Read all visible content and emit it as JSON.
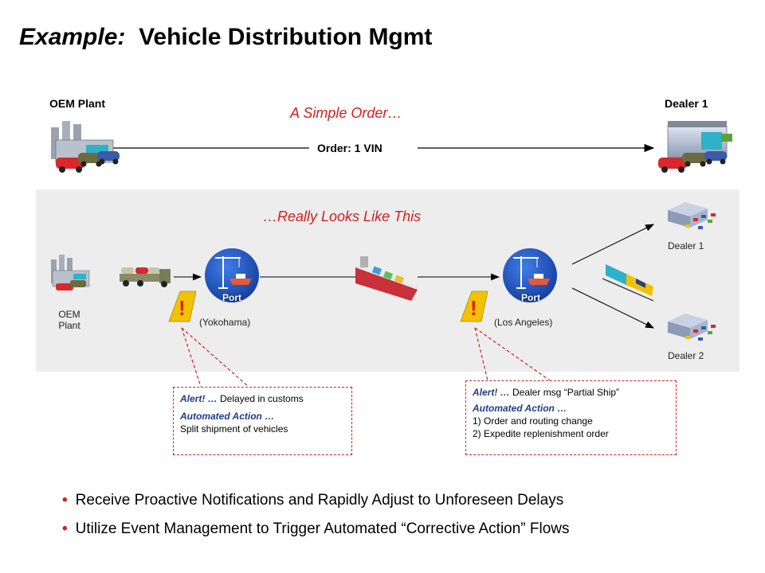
{
  "title": {
    "prefix": "Example:",
    "rest": "Vehicle Distribution Mgmt"
  },
  "top": {
    "oem_label": "OEM Plant",
    "dealer_label": "Dealer 1",
    "tagline": "A Simple Order…",
    "order_label": "Order:  1 VIN"
  },
  "panel": {
    "tagline": "…Really Looks Like This",
    "oem_label_line1": "OEM",
    "oem_label_line2": "Plant",
    "port1_tag": "Port",
    "port1_city": "(Yokohama)",
    "port2_tag": "Port",
    "port2_city": "(Los Angeles)",
    "dealer1": "Dealer 1",
    "dealer2": "Dealer 2"
  },
  "callouts": {
    "left": {
      "alert_prefix": "Alert!  …",
      "alert_text": " Delayed in customs",
      "action_heading": "Automated Action …",
      "action_text": "Split shipment of vehicles"
    },
    "right": {
      "alert_prefix": "Alert! …",
      "alert_text": " Dealer msg “Partial Ship”",
      "action_heading": "Automated Action …",
      "action_line1": "1) Order and routing change",
      "action_line2": "2) Expedite replenishment order"
    }
  },
  "bullets": [
    "Receive Proactive Notifications and Rapidly Adjust to Unforeseen Delays",
    "Utilize Event Management to Trigger Automated “Corrective Action” Flows"
  ],
  "icons": {
    "factory": "factory-icon",
    "car": "car-icon",
    "dealership": "dealership-icon",
    "port": "port-crane-icon",
    "ship": "cargo-ship-icon",
    "truck": "car-carrier-truck-icon",
    "train": "train-icon",
    "alert": "alert-exclamation-icon"
  },
  "colors": {
    "accent": "#d42020",
    "port_blue": "#1f4fbf",
    "panel_bg": "#ededed",
    "alert_yellow": "#f2c200",
    "callout_text_blue": "#1f3d8a"
  }
}
